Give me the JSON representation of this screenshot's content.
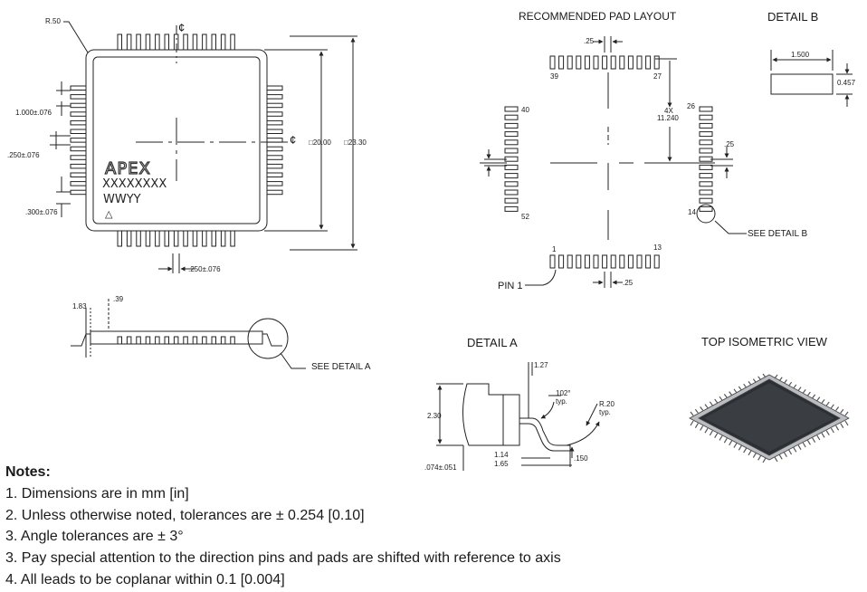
{
  "top_view": {
    "corner_radius": "R.50",
    "centerline_symbol": "¢",
    "dim_pitch_left_1": "1.000±.076",
    "dim_pitch_left_2": ".250±.076",
    "dim_pitch_left_3": ".300±.076",
    "dim_body": "□20.00",
    "dim_overall": "□23.30",
    "dim_offset_bottom": ".250±.076",
    "marking_logo": "APEX",
    "marking_line1": "XXXXXXXX",
    "marking_line2": "WWYY",
    "marking_triangle": "△"
  },
  "side_view": {
    "dim_height": "1.83",
    "dim_standoff": ".39",
    "see_detail": "SEE DETAIL A"
  },
  "pad_layout": {
    "title": "RECOMMENDED PAD LAYOUT",
    "pitch_top": ".25",
    "pin_39": "39",
    "pin_27": "27",
    "pin_40": "40",
    "pin_26": "26",
    "span_count": "4X",
    "span_value": "11.240",
    "pitch_right": ".25",
    "pin_52": "52",
    "pin_14": "14",
    "pin_1": "1",
    "pin_13": "13",
    "pin1_label": "PIN 1",
    "pitch_bottom": ".25",
    "see_detail": "SEE DETAIL B"
  },
  "detail_a": {
    "title": "DETAIL A",
    "dim_lead_width": "1.27",
    "dim_height": "2.30",
    "dim_angle": "102°",
    "dim_angle_note": "typ.",
    "dim_radius": "R.20",
    "dim_radius_note": "typ.",
    "dim_foot_1": "1.14",
    "dim_foot_2": "1.65",
    "dim_thickness": ".150",
    "dim_standoff": ".074±.051"
  },
  "detail_b": {
    "title": "DETAIL B",
    "dim_length": "1.500",
    "dim_width": "0.457"
  },
  "isometric": {
    "title": "TOP ISOMETRIC VIEW"
  },
  "notes": {
    "title": "Notes:",
    "items": [
      "1. Dimensions are in mm [in]",
      "2. Unless otherwise noted, tolerances are ± 0.254 [0.10]",
      "3. Angle tolerances are ± 3°",
      "3. Pay special attention to the direction pins and pads are shifted with reference to axis",
      "4. All leads to be coplanar within 0.1 [0.004]"
    ]
  }
}
